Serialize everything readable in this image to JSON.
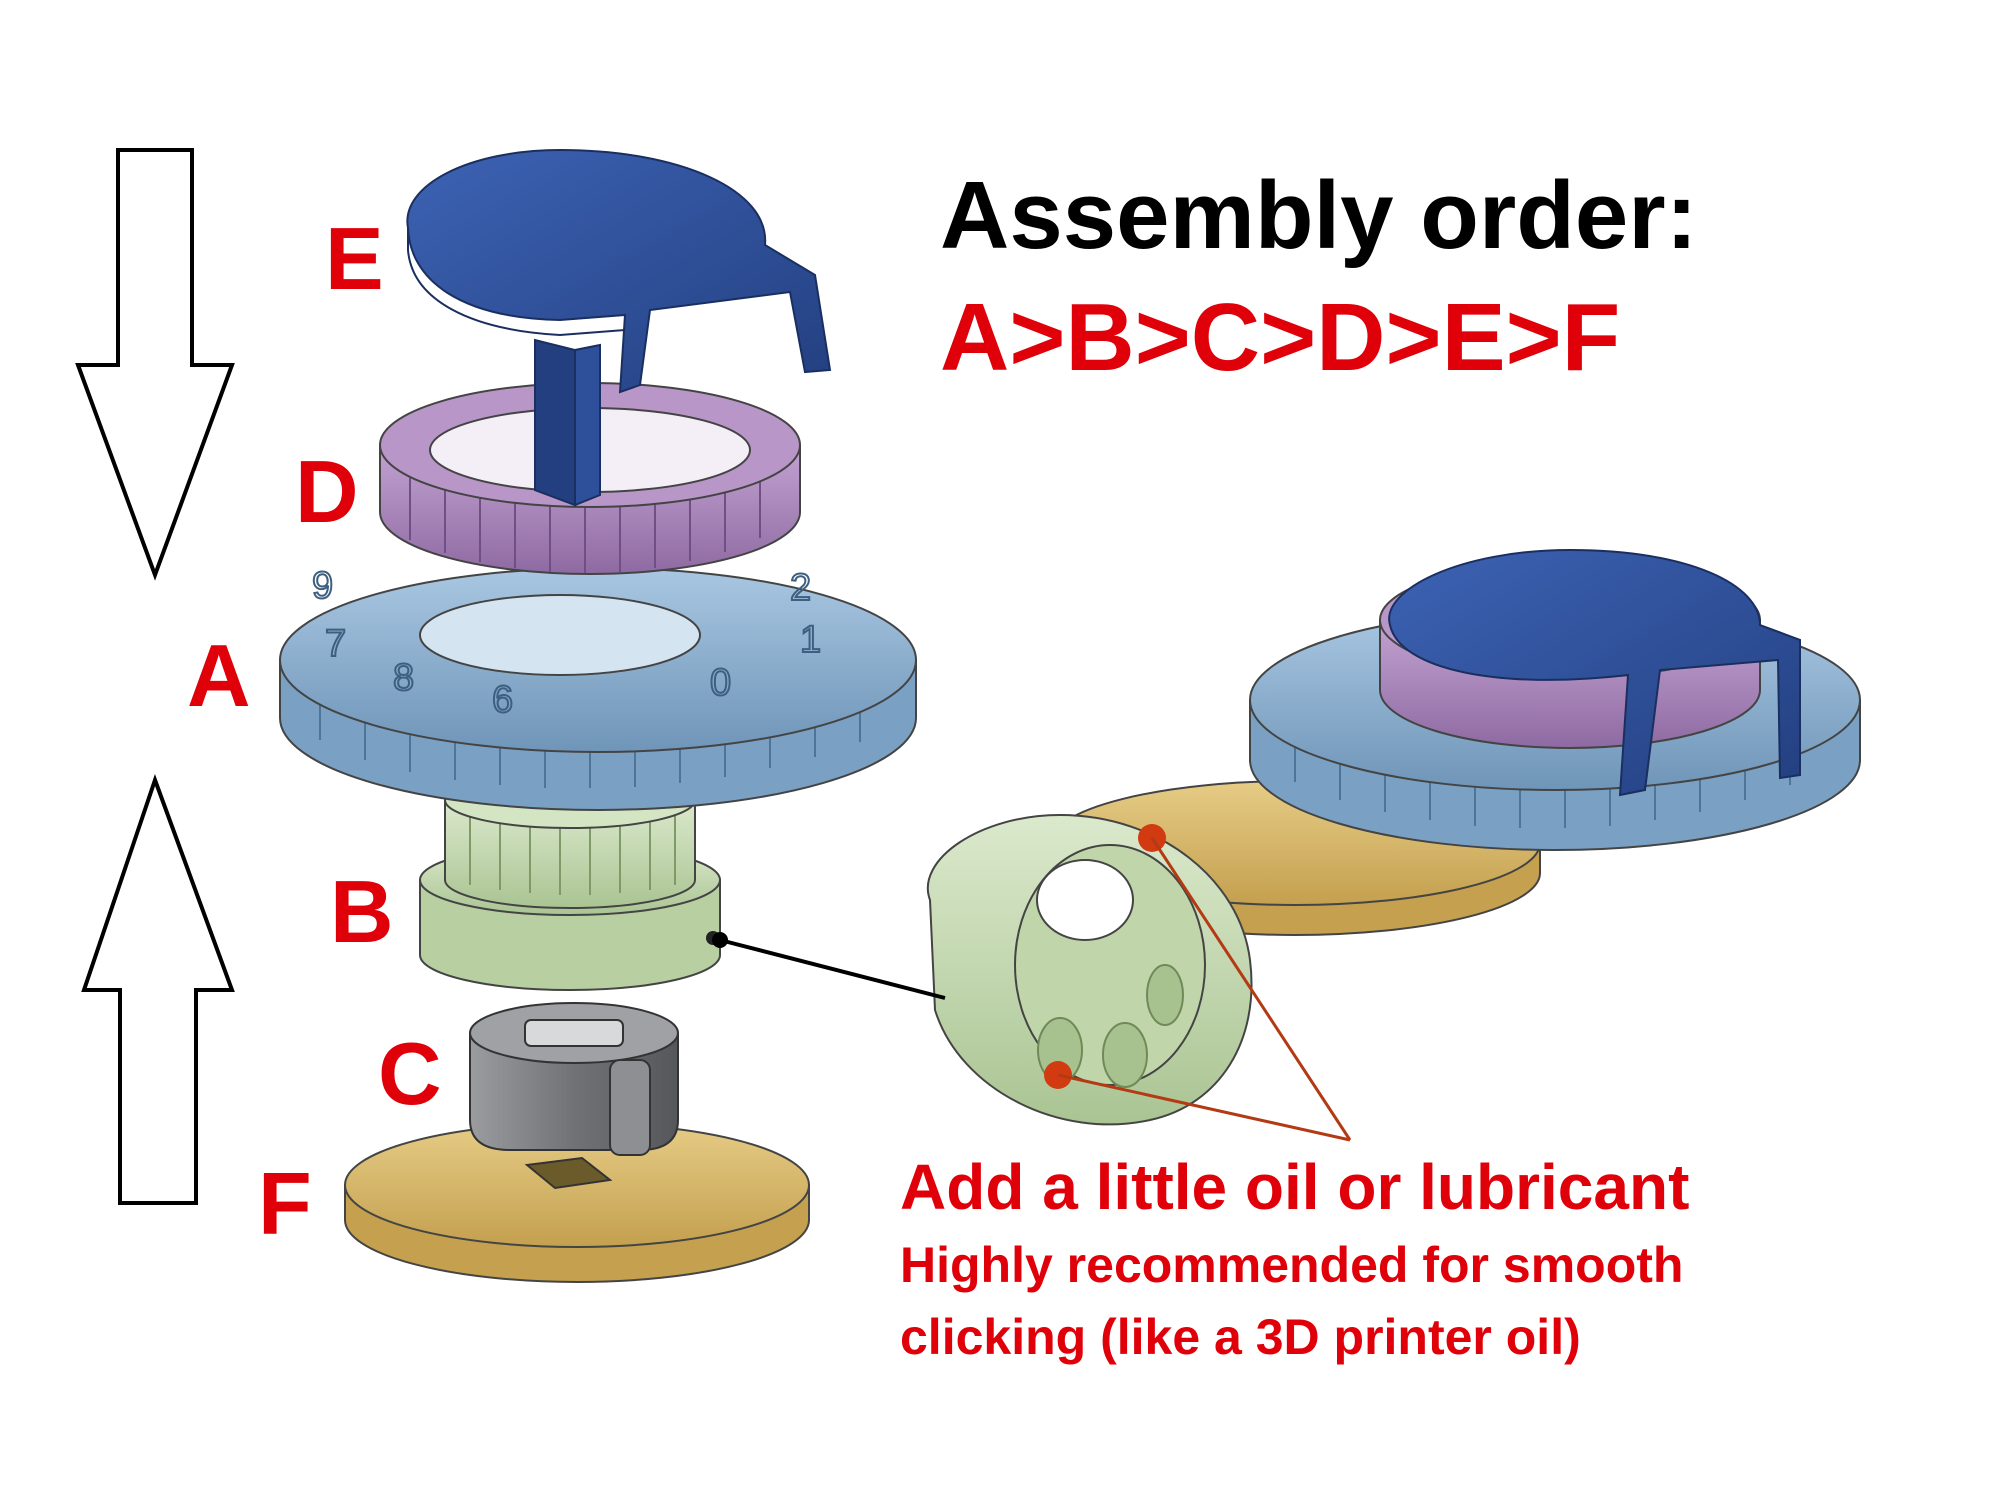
{
  "title": "Assembly order:",
  "sequence": "A>B>C>D>E>F",
  "parts": {
    "a": "A",
    "b": "B",
    "c": "C",
    "d": "D",
    "e": "E",
    "f": "F"
  },
  "lubrication_note": {
    "heading": "Add a little oil or lubricant",
    "line1": "Highly recommended for smooth",
    "line2": "clicking (like a 3D printer oil)"
  },
  "dial_digits": {
    "zero": "0",
    "one": "1",
    "two": "2",
    "six": "6",
    "seven": "7",
    "eight": "8",
    "nine": "9"
  },
  "colors": {
    "label_red": "#e0000a",
    "title_black": "#000000",
    "part_a_blue": "#8fb3d3",
    "part_b_green": "#c9dcb8",
    "part_c_gray": "#7f8185",
    "part_d_purple": "#a884b8",
    "part_e_navy": "#2e4f9a",
    "part_f_gold": "#d9b867",
    "callout_dot": "#d23a12",
    "callout_line": "#b33a12"
  }
}
